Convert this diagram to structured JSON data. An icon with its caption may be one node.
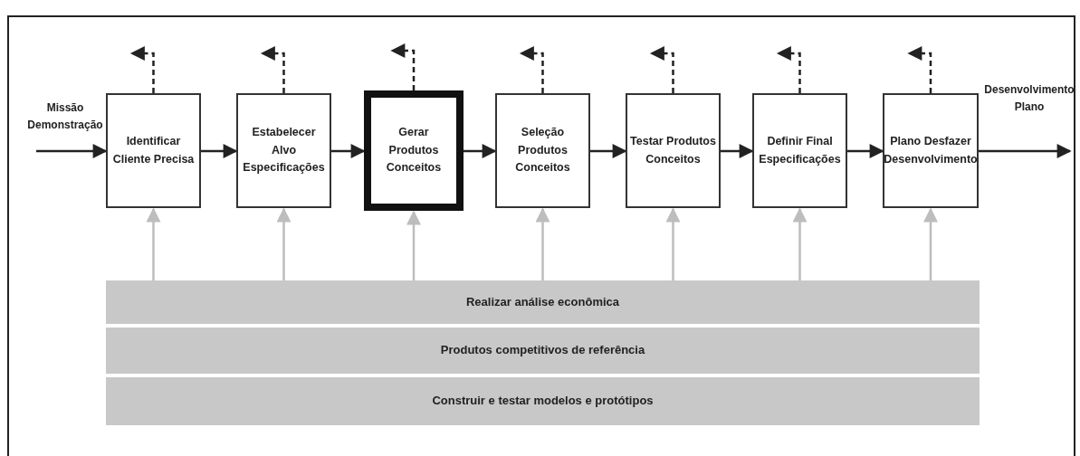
{
  "diagram": {
    "nodes": [
      {
        "text": [
          "Missão Demonstração"
        ]
      },
      {
        "text": [
          "Identificar Cliente Precisa"
        ]
      },
      {
        "text": [
          "Estabelecer Alvo Especificações"
        ]
      },
      {
        "text": [
          "Gerar Produtos Conceitos"
        ]
      },
      {
        "text": [
          "Seleção Produtos Conceitos"
        ]
      },
      {
        "text": [
          "Testar Produtos Conceitos"
        ]
      },
      {
        "text": [
          "Definir Final Especificações"
        ]
      },
      {
        "text": [
          "Plano Desfazer Desenvolvimento"
        ]
      },
      {
        "text": [
          "Desenvolvimento Plano"
        ]
      },
      {
        "text": [
          "Realizar análise econômica"
        ]
      },
      {
        "text": [
          "Produtos competitivos de referência"
        ]
      },
      {
        "text": [
          "Construir e testar modelos e protótipos"
        ]
      }
    ],
    "edges": [
      {
        "from": 0,
        "to": 1,
        "arrow": "to"
      },
      {
        "from": 1,
        "to": 2,
        "arrow": "to"
      },
      {
        "from": 2,
        "to": 3,
        "arrow": "to"
      },
      {
        "from": 3,
        "to": 4,
        "arrow": "to"
      },
      {
        "from": 4,
        "to": 5,
        "arrow": "to"
      },
      {
        "from": 5,
        "to": 6,
        "arrow": "to"
      },
      {
        "from": 6,
        "to": 7,
        "arrow": "to"
      },
      {
        "from": 7,
        "to": 8,
        "arrow": "to"
      },
      {
        "from": 1,
        "to": null,
        "arrow": "to",
        "style": "dashed"
      },
      {
        "from": 2,
        "to": null,
        "arrow": "to",
        "style": "dashed"
      },
      {
        "from": 3,
        "to": null,
        "arrow": "to",
        "style": "dashed"
      },
      {
        "from": 4,
        "to": null,
        "arrow": "to",
        "style": "dashed"
      },
      {
        "from": 5,
        "to": null,
        "arrow": "to",
        "style": "dashed"
      },
      {
        "from": 6,
        "to": null,
        "arrow": "to",
        "style": "dashed"
      },
      {
        "from": 7,
        "to": null,
        "arrow": "to",
        "style": "dashed"
      },
      {
        "from": 9,
        "to": 1,
        "arrow": "to",
        "color": "#bdbdbd"
      },
      {
        "from": 9,
        "to": 2,
        "arrow": "to",
        "color": "#bdbdbd"
      },
      {
        "from": 9,
        "to": 3,
        "arrow": "to",
        "color": "#bdbdbd"
      },
      {
        "from": 9,
        "to": 4,
        "arrow": "to",
        "color": "#bdbdbd"
      },
      {
        "from": 9,
        "to": 5,
        "arrow": "to",
        "color": "#bdbdbd"
      },
      {
        "from": 9,
        "to": 6,
        "arrow": "to",
        "color": "#bdbdbd"
      },
      {
        "from": 9,
        "to": 7,
        "arrow": "to",
        "color": "#bdbdbd"
      }
    ]
  }
}
